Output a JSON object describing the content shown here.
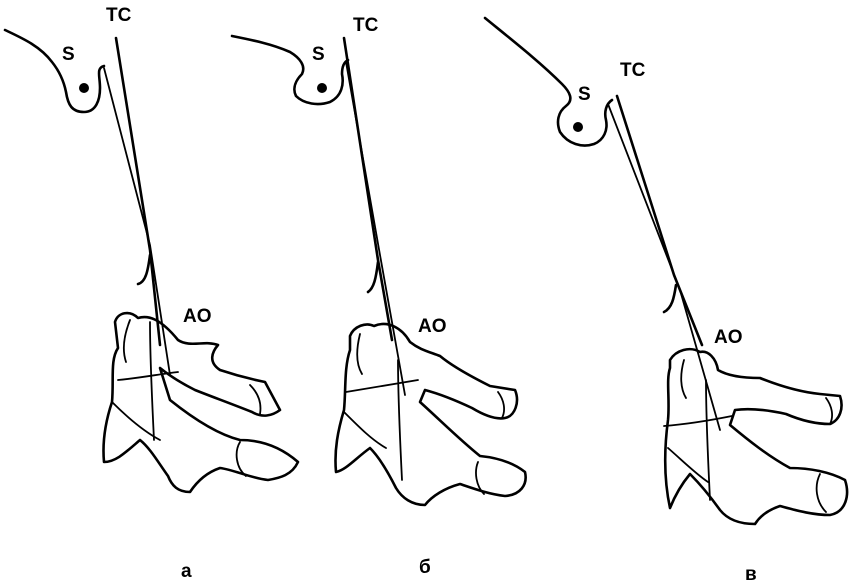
{
  "panels": [
    {
      "caption": "а",
      "labels": {
        "s": "S",
        "tc": "TC",
        "ao": "AO"
      }
    },
    {
      "caption": "б",
      "labels": {
        "s": "S",
        "tc": "TC",
        "ao": "AO"
      }
    },
    {
      "caption": "в",
      "labels": {
        "s": "S",
        "tc": "TC",
        "ao": "AO"
      }
    }
  ]
}
